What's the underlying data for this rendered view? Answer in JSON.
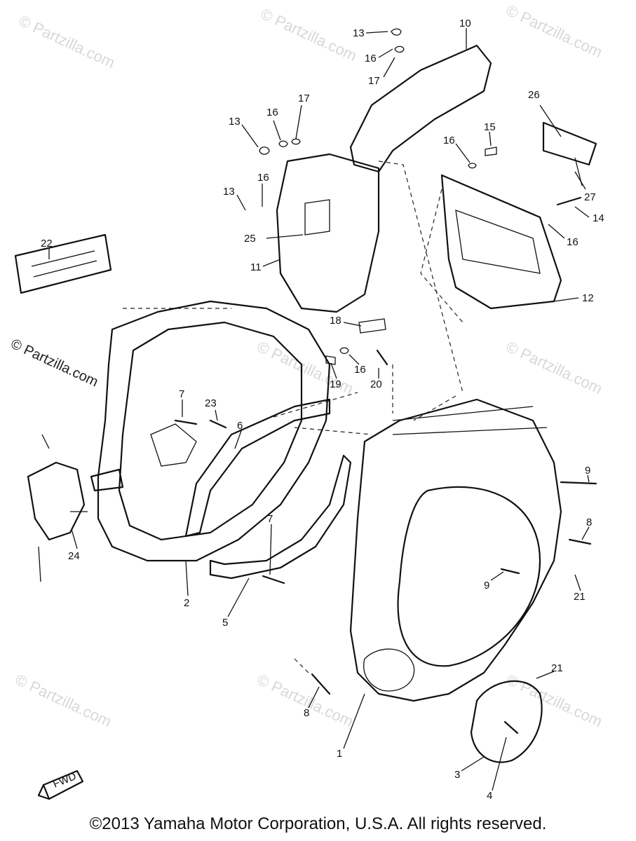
{
  "watermark": "© Partzilla.com",
  "fwd_label": "FWD",
  "copyright": "©2013 Yamaha Motor Corporation, U.S.A. All rights reserved.",
  "callouts": {
    "c1": "1",
    "c2": "2",
    "c3": "3",
    "c4": "4",
    "c5": "5",
    "c6": "6",
    "c7a": "7",
    "c7b": "7",
    "c8a": "8",
    "c8b": "8",
    "c9a": "9",
    "c9b": "9",
    "c10": "10",
    "c11": "11",
    "c12": "12",
    "c13a": "13",
    "c13b": "13",
    "c13c": "13",
    "c14": "14",
    "c15": "15",
    "c16a": "16",
    "c16b": "16",
    "c16c": "16",
    "c16d": "16",
    "c16e": "16",
    "c16f": "16",
    "c17a": "17",
    "c17b": "17",
    "c18": "18",
    "c19": "19",
    "c20": "20",
    "c21a": "21",
    "c21b": "21",
    "c22": "22",
    "c23": "23",
    "c24": "24",
    "c25": "25",
    "c26": "26",
    "c27": "27"
  }
}
